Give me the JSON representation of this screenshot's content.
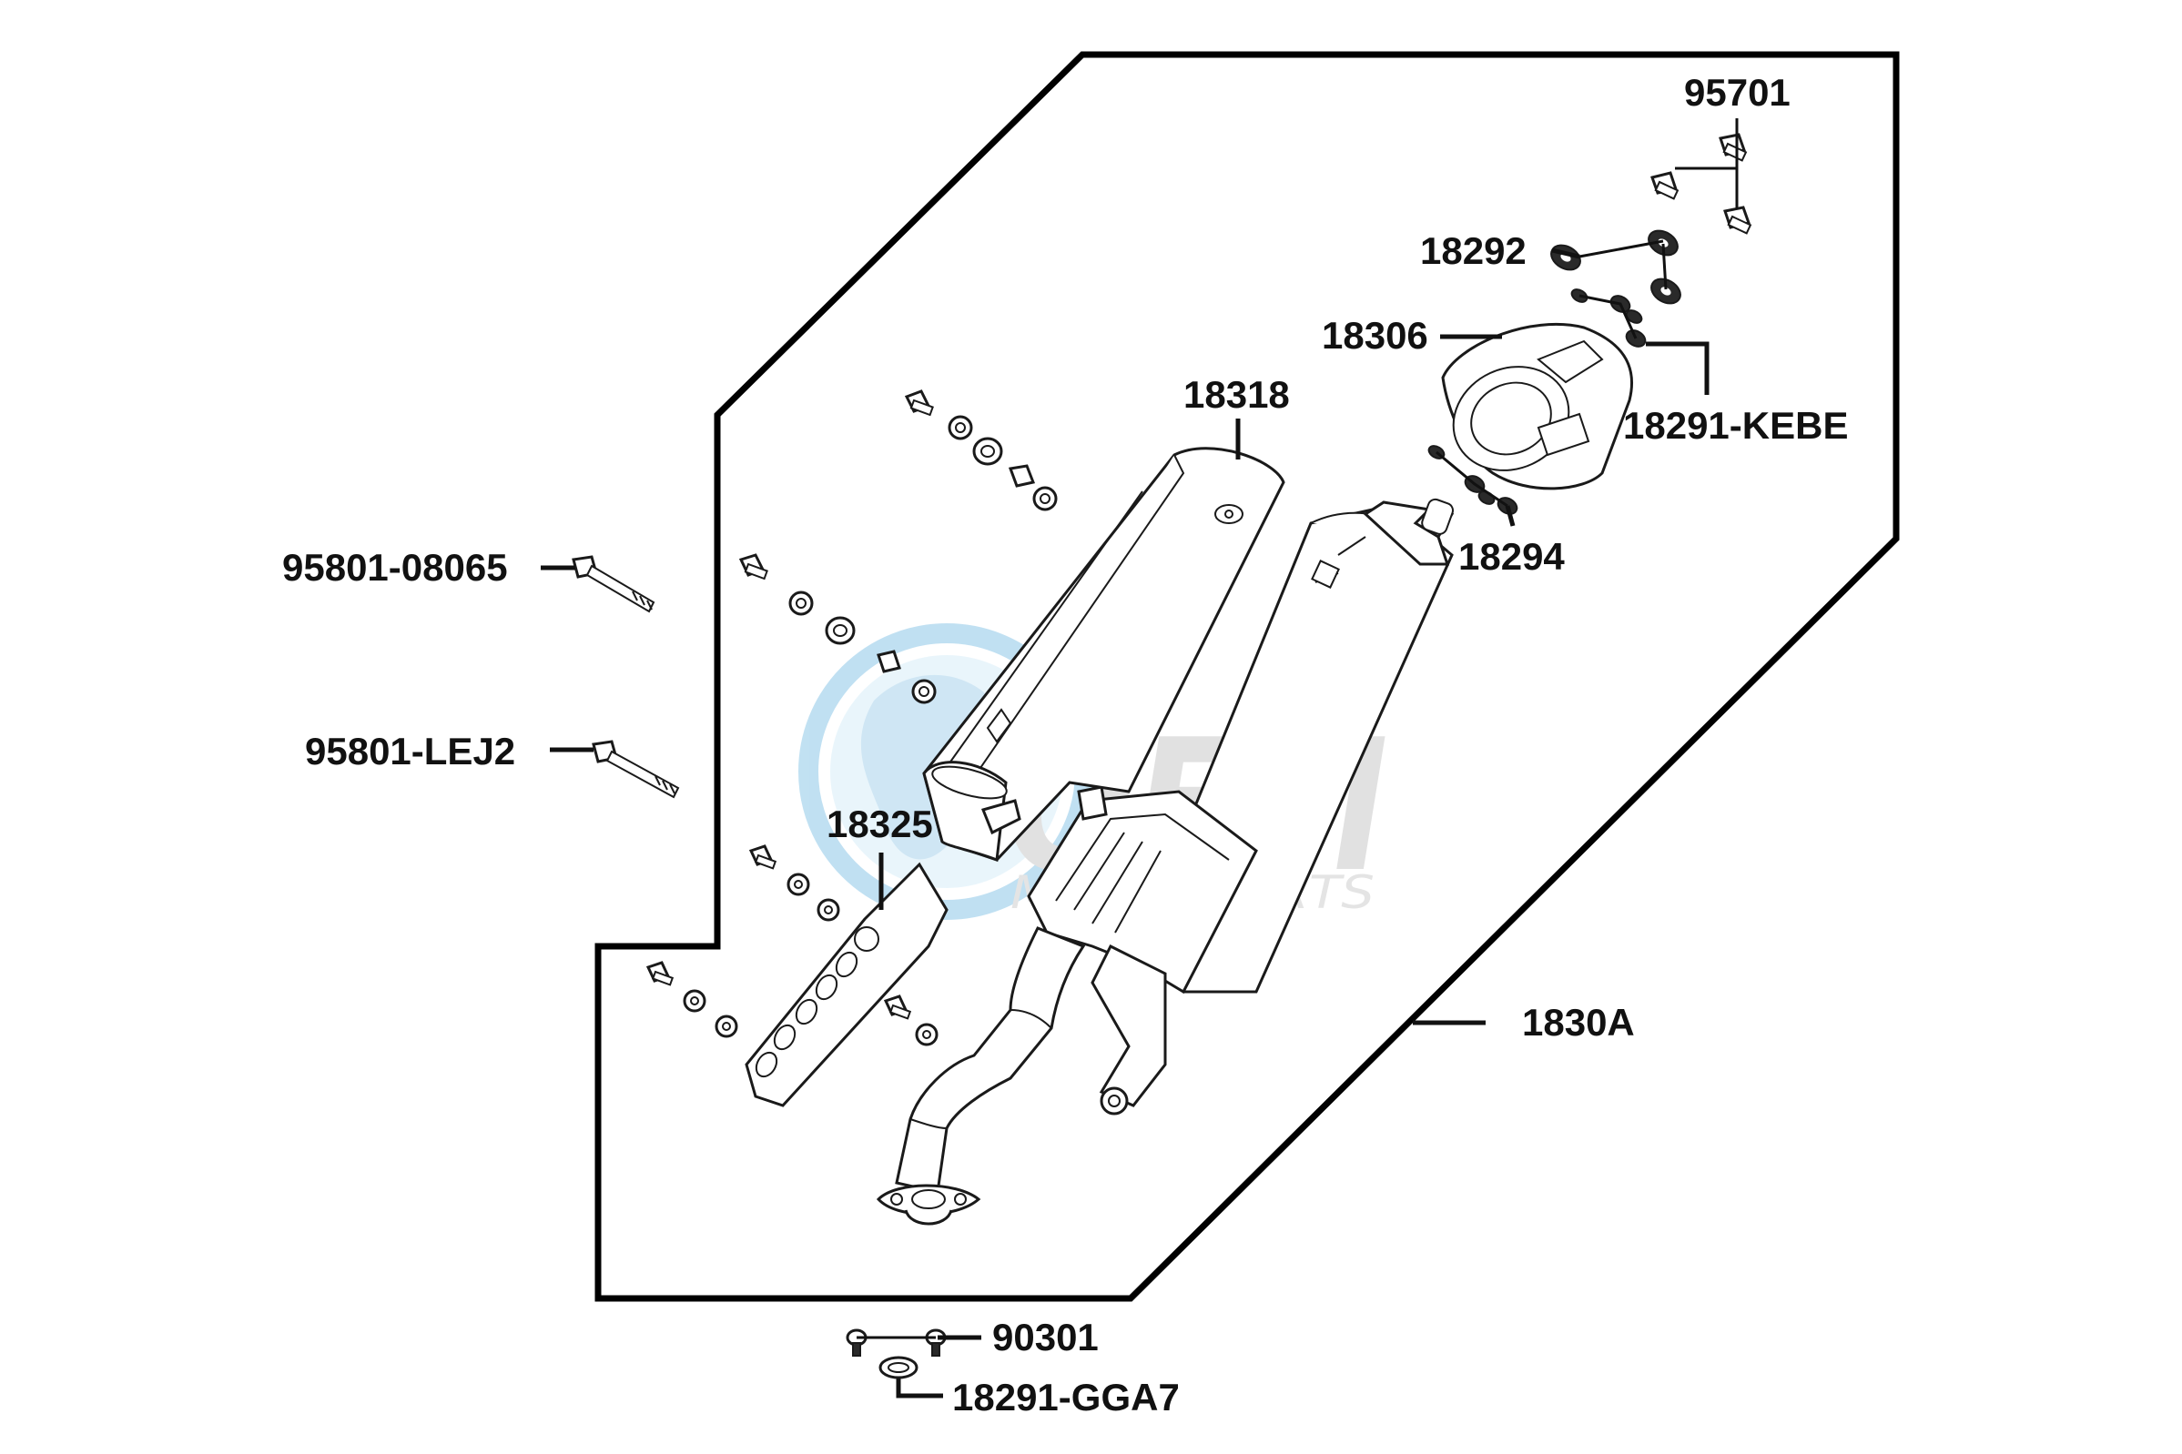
{
  "watermark": {
    "brand": "OEM",
    "subtitle": "MOTORPARTS"
  },
  "parts": {
    "p95701": "95701",
    "p18292": "18292",
    "p18306": "18306",
    "p18291_kebe": "18291-KEBE",
    "p18318": "18318",
    "p18294": "18294",
    "p95801_08065": "95801-08065",
    "p95801_lej2": "95801-LEJ2",
    "p18325": "18325",
    "p1830a": "1830A",
    "p90301": "90301",
    "p18291_gga7": "18291-GGA7"
  }
}
